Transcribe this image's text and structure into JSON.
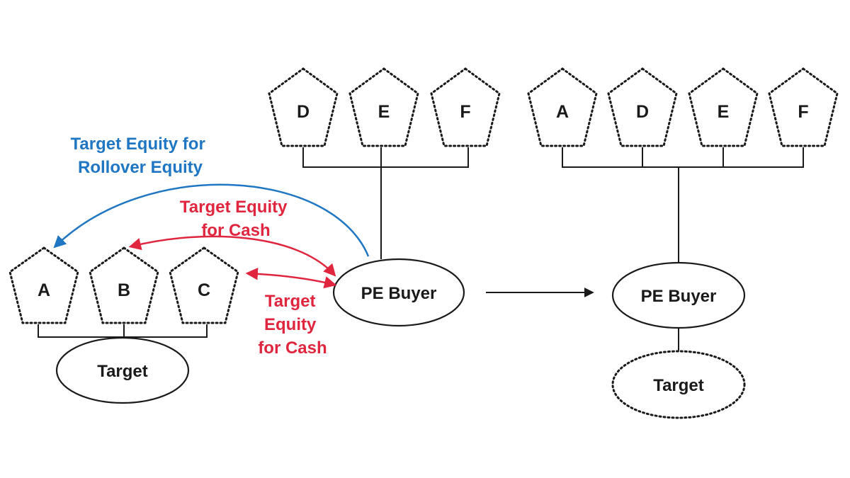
{
  "colors": {
    "ink": "#1a1a1a",
    "rollover_arrow": "#1f76c2",
    "cash_arrow": "#e0263f",
    "background": "#ffffff"
  },
  "before": {
    "target_holders": [
      "A",
      "B",
      "C"
    ],
    "target_label": "Target",
    "buyer_holders": [
      "D",
      "E",
      "F"
    ],
    "buyer_label": "PE Buyer",
    "rollover_label": [
      "Target Equity for",
      "Rollover Equity"
    ],
    "cash_label_1": [
      "Target Equity",
      "for Cash"
    ],
    "cash_label_2": [
      "Target",
      "Equity",
      "for Cash"
    ]
  },
  "after": {
    "buyer_holders": [
      "A",
      "D",
      "E",
      "F"
    ],
    "buyer_label": "PE Buyer",
    "target_label": "Target"
  }
}
